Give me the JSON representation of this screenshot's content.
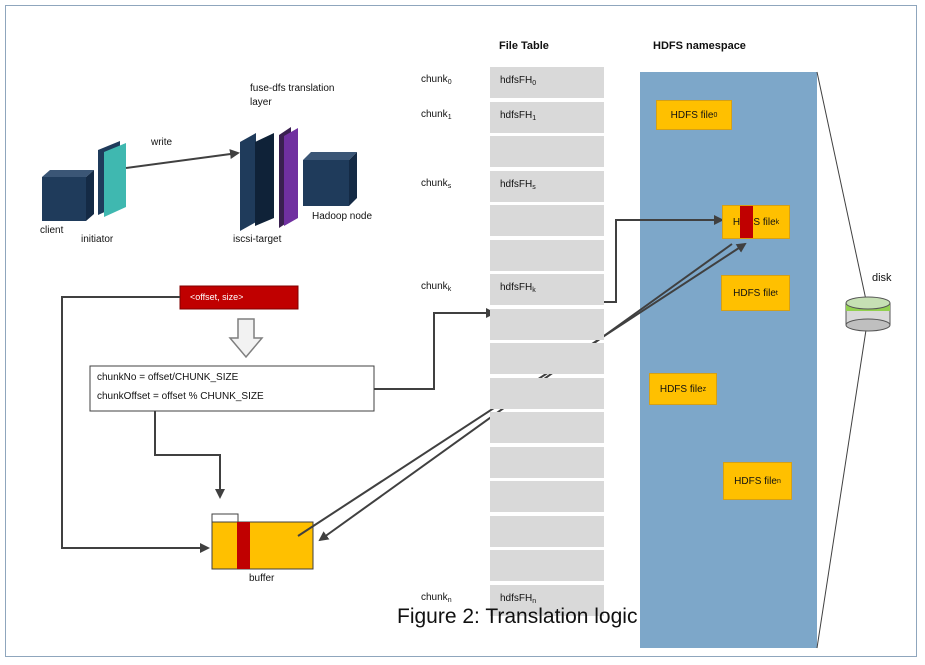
{
  "caption": "Figure 2: Translation logic",
  "top": {
    "write_label": "write",
    "fuse_label_line1": "fuse-dfs translation",
    "fuse_label_line2": "layer",
    "client_label": "client",
    "initiator_label": "initiator",
    "iscsi_target_label": "iscsi-target",
    "hadoop_node_label": "Hadoop node"
  },
  "request": {
    "offset_size": "<offset, size>",
    "formula_line1": "chunkNo = offset/CHUNK_SIZE",
    "formula_line2": "chunkOffset = offset % CHUNK_SIZE",
    "buffer_label": "buffer"
  },
  "file_table": {
    "title": "File Table",
    "rows": [
      {
        "chunk": "chunk",
        "chunk_sub": "0",
        "fh": "hdfsFH",
        "fh_sub": "0"
      },
      {
        "chunk": "chunk",
        "chunk_sub": "1",
        "fh": "hdfsFH",
        "fh_sub": "1"
      },
      {
        "chunk": "",
        "chunk_sub": "",
        "fh": "",
        "fh_sub": ""
      },
      {
        "chunk": "chunk",
        "chunk_sub": "s",
        "fh": "hdfsFH",
        "fh_sub": "s"
      },
      {
        "chunk": "",
        "chunk_sub": "",
        "fh": "",
        "fh_sub": ""
      },
      {
        "chunk": "",
        "chunk_sub": "",
        "fh": "",
        "fh_sub": ""
      },
      {
        "chunk": "chunk",
        "chunk_sub": "k",
        "fh": "hdfsFH",
        "fh_sub": "k"
      },
      {
        "chunk": "",
        "chunk_sub": "",
        "fh": "",
        "fh_sub": ""
      },
      {
        "chunk": "",
        "chunk_sub": "",
        "fh": "",
        "fh_sub": ""
      },
      {
        "chunk": "",
        "chunk_sub": "",
        "fh": "",
        "fh_sub": ""
      },
      {
        "chunk": "",
        "chunk_sub": "",
        "fh": "",
        "fh_sub": ""
      },
      {
        "chunk": "",
        "chunk_sub": "",
        "fh": "",
        "fh_sub": ""
      },
      {
        "chunk": "",
        "chunk_sub": "",
        "fh": "",
        "fh_sub": ""
      },
      {
        "chunk": "",
        "chunk_sub": "",
        "fh": "",
        "fh_sub": ""
      },
      {
        "chunk": "",
        "chunk_sub": "",
        "fh": "",
        "fh_sub": ""
      },
      {
        "chunk": "chunk",
        "chunk_sub": "n",
        "fh": "hdfsFH",
        "fh_sub": "n"
      }
    ]
  },
  "namespace": {
    "title": "HDFS namespace",
    "files": [
      {
        "label": "HDFS file",
        "sub": "0"
      },
      {
        "label": "HDFS file",
        "sub": "k"
      },
      {
        "label": "HDFS file",
        "sub": "t"
      },
      {
        "label": "HDFS file",
        "sub": "z"
      },
      {
        "label": "HDFS file",
        "sub": "n"
      }
    ]
  },
  "disk_label": "disk",
  "colors": {
    "namespace_bg": "#7da7c9",
    "file_box": "#ffc000",
    "highlight": "#c00000",
    "table_row": "#d9d9d9",
    "initiator": "#3fb8b0",
    "layer": "#7030a0",
    "node": "#1f3b5b",
    "arrow": "#404040"
  }
}
